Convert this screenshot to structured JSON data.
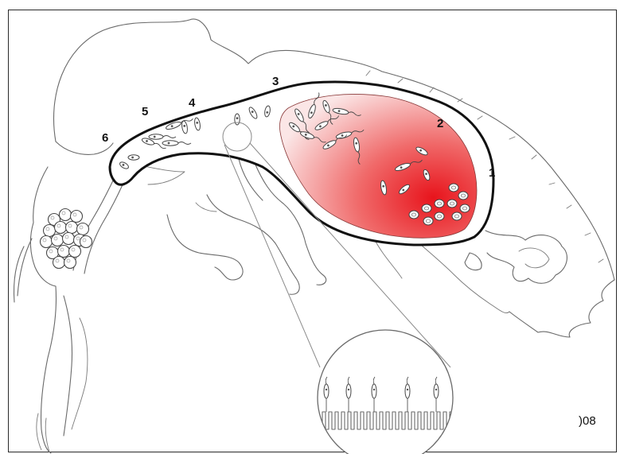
{
  "diagram": {
    "stage_labels": [
      "1",
      "2",
      "3",
      "4",
      "5",
      "6"
    ],
    "figure_code": ")08",
    "colors": {
      "blood_meal_core": "#e8141c",
      "blood_meal_edge": "#fbe6e6",
      "gut_outline": "#111111",
      "sketch_line": "#6a6a6a",
      "frame": "#2a2a2a"
    },
    "icons": [
      "insect-body-outline",
      "parasite-cell-icon",
      "blood-cell-icon",
      "magnifier-circle",
      "gut-epithelium-detail"
    ]
  }
}
